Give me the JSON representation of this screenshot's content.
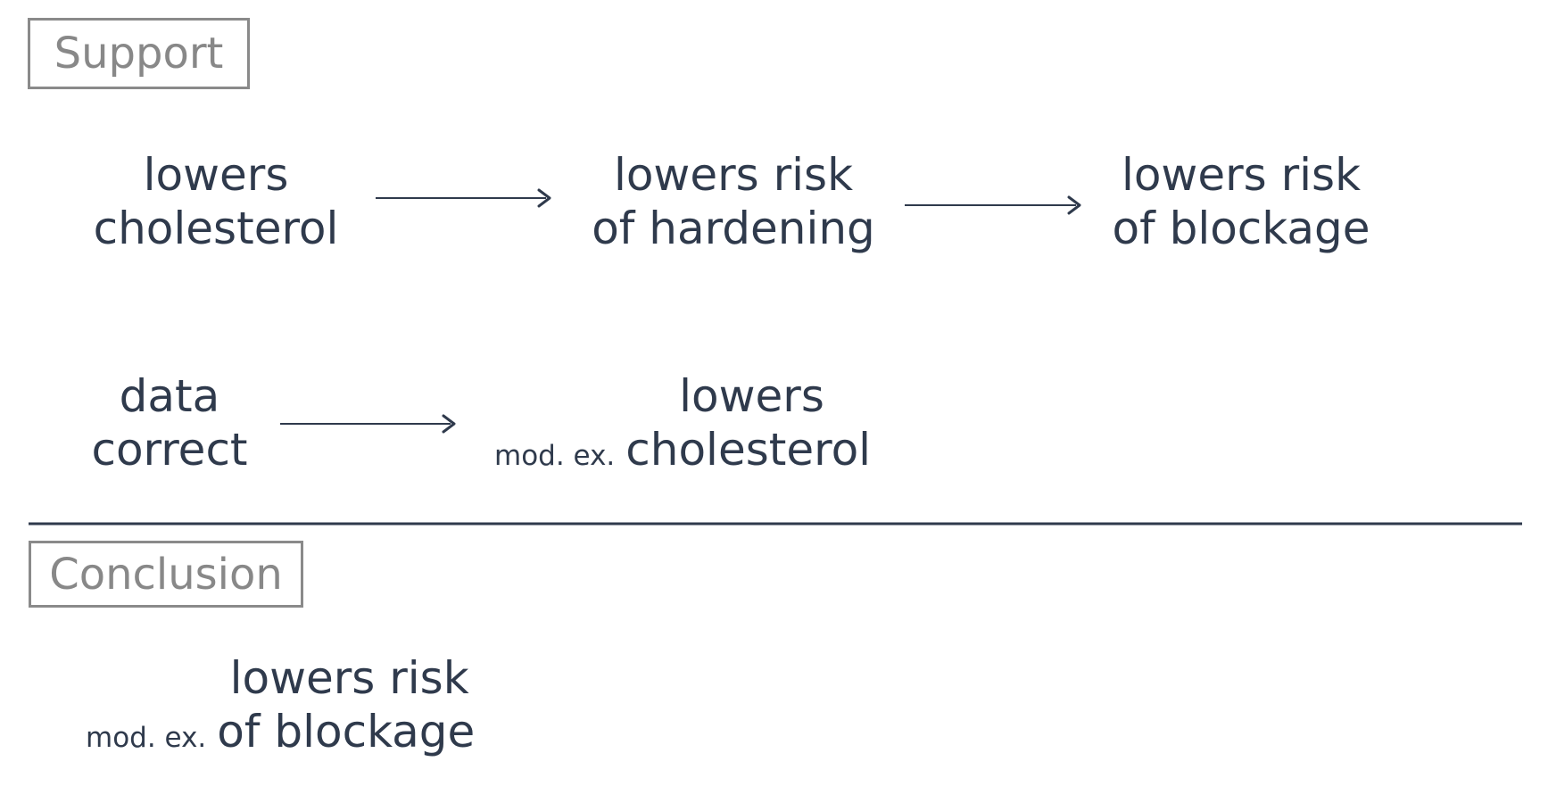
{
  "sections": {
    "support_label": "Support",
    "conclusion_label": "Conclusion"
  },
  "support": {
    "chain1": {
      "node1": {
        "line1": "lowers",
        "line2": "cholesterol"
      },
      "node2": {
        "line1": "lowers risk",
        "line2": "of hardening"
      },
      "node3": {
        "line1": "lowers risk",
        "line2": "of blockage"
      }
    },
    "chain2": {
      "node1": {
        "line1": "data",
        "line2": "correct"
      },
      "node2": {
        "qualifier": "mod. ex.",
        "line1": "lowers",
        "line2": "cholesterol"
      }
    }
  },
  "conclusion": {
    "node": {
      "qualifier": "mod. ex.",
      "line1": "lowers risk",
      "line2": "of blockage"
    }
  },
  "colors": {
    "text": "#2f3a4c",
    "label_border": "#8a8a8a",
    "label_text": "#888888"
  }
}
